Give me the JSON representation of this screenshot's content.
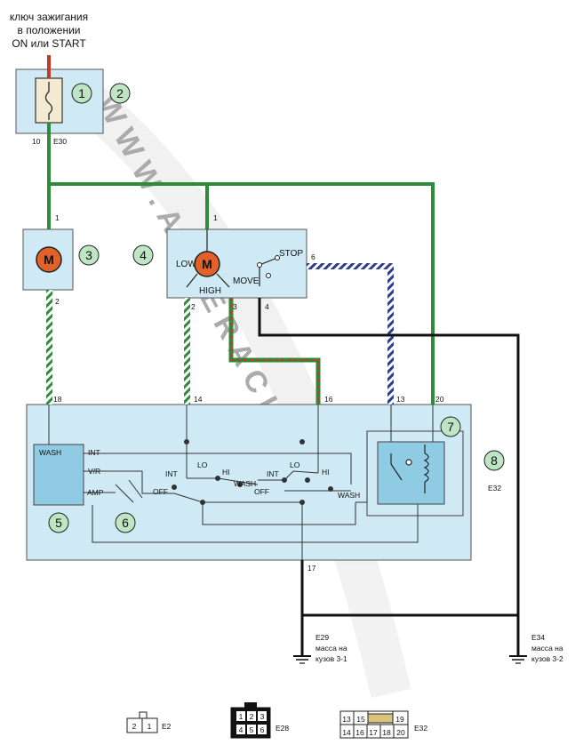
{
  "title_lines": [
    "ключ зажигания",
    "в положении",
    "ON или START"
  ],
  "callouts": [
    "1",
    "2",
    "3",
    "4",
    "5",
    "6",
    "7",
    "8"
  ],
  "pins": {
    "fuse_pin": "10",
    "fuse_conn": "E30",
    "m3_top": "1",
    "m3_bottom": "2",
    "m4_top": "1",
    "m4_p2": "2",
    "m4_p3": "3",
    "m4_p4": "4",
    "m4_p6": "6",
    "sw18": "18",
    "sw14": "14",
    "sw16": "16",
    "sw13": "13",
    "sw20": "20",
    "sw17": "17"
  },
  "motor_letter": "M",
  "wiper_motor": {
    "low": "LOW",
    "high": "HIGH",
    "move": "MOVE",
    "stop": "STOP"
  },
  "module": {
    "wash": "WASH",
    "int": "INT",
    "vr": "V/R",
    "amp": "AMP"
  },
  "switch": {
    "int": "INT",
    "lo": "LO",
    "hi": "HI",
    "off": "OFF",
    "wash": "WASH"
  },
  "connector_e32": "E32",
  "grounds": {
    "left": {
      "code": "E29",
      "line1": "масса на",
      "line2": "кузов 3-1"
    },
    "right": {
      "code": "E34",
      "line1": "масса на",
      "line2": "кузов 3-2"
    }
  },
  "connectors": {
    "e2": {
      "pins": [
        "2",
        "1"
      ],
      "label": "E2"
    },
    "e28": {
      "pins_top": [
        "1",
        "2",
        "3"
      ],
      "pins_bottom": [
        "4",
        "5",
        "6"
      ],
      "label": "E28"
    },
    "e32": {
      "pins_top": [
        "13",
        "15",
        "19"
      ],
      "pins_bottom": [
        "14",
        "16",
        "17",
        "18",
        "20"
      ],
      "label": "E32"
    }
  },
  "watermark": "WWW.ALMERACLASSIC",
  "colors": {
    "box_fill": "#cfe9f5",
    "green_wire": "#2e8b3a",
    "red_wire": "#c0392b",
    "blue_wire": "#2c3e8f",
    "callout_fill": "#bfe6c4",
    "motor_fill": "#e0622a"
  }
}
